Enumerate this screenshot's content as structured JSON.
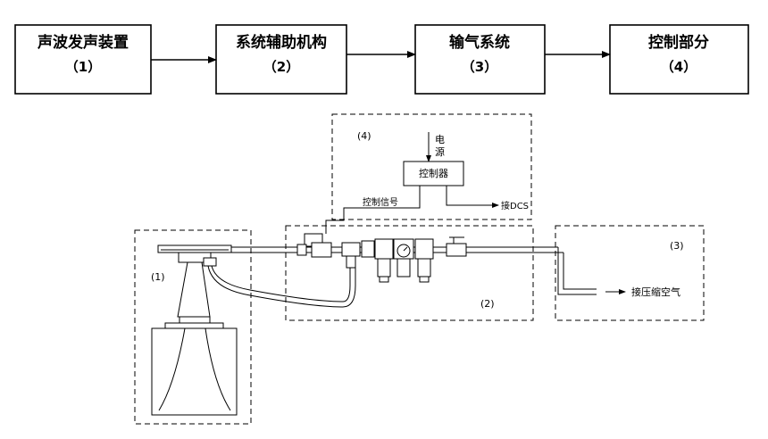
{
  "flow": {
    "boxes": [
      {
        "title": "声波发声装置",
        "num": "（1）"
      },
      {
        "title": "系统辅助机构",
        "num": "（2）"
      },
      {
        "title": "输气系统",
        "num": "（3）"
      },
      {
        "title": "控制部分",
        "num": "（4）"
      }
    ]
  },
  "schematic": {
    "zone_control_label": "(4)",
    "zone_device_label": "(1)",
    "zone_aux_label": "(2)",
    "zone_air_label": "(3)",
    "power_char_1": "电",
    "power_char_2": "源",
    "controller_label": "控制器",
    "control_signal_label": "控制信号",
    "dcs_label": "接DCS",
    "air_label": "接压缩空气"
  }
}
